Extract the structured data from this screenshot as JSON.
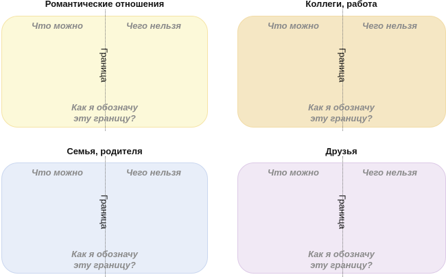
{
  "panels": [
    {
      "title": "Романтические отношения",
      "can": "Что можно",
      "cannot": "Чего нельзя",
      "boundary": "Граница",
      "question_line1": "Как я обозначу",
      "question_line2": "эту границу?",
      "fill": "#fcf9d9",
      "border": "#f5e4a6"
    },
    {
      "title": "Коллеги, работа",
      "can": "Что можно",
      "cannot": "Чего нельзя",
      "boundary": "Граница",
      "question_line1": "Как я обозначу",
      "question_line2": "эту границу?",
      "fill": "#f5e7c4",
      "border": "#f1dba6"
    },
    {
      "title": "Семья, родителя",
      "can": "Что можно",
      "cannot": "Чего нельзя",
      "boundary": "Граница",
      "question_line1": "Как я обозначу",
      "question_line2": "эту границу?",
      "fill": "#e8eef9",
      "border": "#c9d6ef"
    },
    {
      "title": "Друзья",
      "can": "Что можно",
      "cannot": "Чего нельзя",
      "boundary": "Граница",
      "question_line1": "Как я обозначу",
      "question_line2": "эту границу?",
      "fill": "#f1e9f5",
      "border": "#dcc9e6"
    }
  ]
}
